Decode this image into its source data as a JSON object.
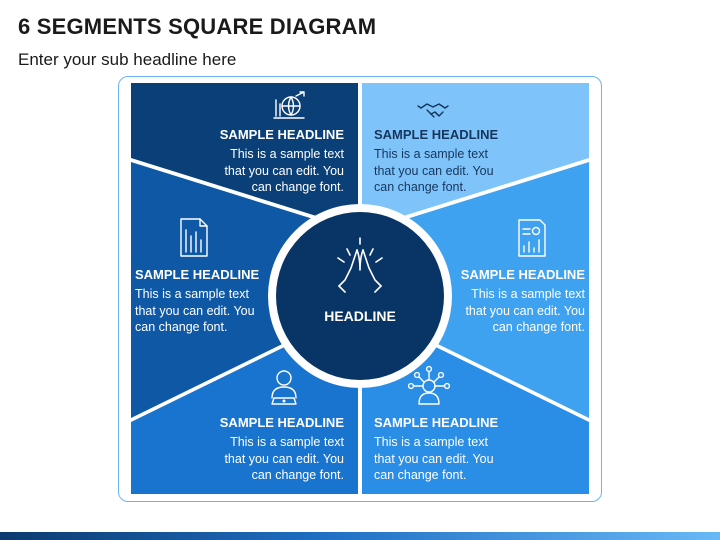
{
  "title": "6 SEGMENTS SQUARE DIAGRAM",
  "subtitle": "Enter your sub headline here",
  "center": {
    "label": "HEADLINE",
    "icon": "praying-hands-icon"
  },
  "segments": [
    {
      "id": "top-left",
      "headline": "SAMPLE HEADLINE",
      "body": [
        "This is a sample text",
        "that you can edit. You",
        "can change font."
      ],
      "icon": "globe-chart-icon",
      "color": "#0a3f78"
    },
    {
      "id": "top-right",
      "headline": "SAMPLE HEADLINE",
      "body": [
        "This is a sample text",
        "that you can edit. You",
        "can change font."
      ],
      "icon": "handshake-icon",
      "color": "#7ec4fa"
    },
    {
      "id": "middle-left",
      "headline": "SAMPLE HEADLINE",
      "body": [
        "This is a sample text",
        "that you can edit. You",
        "can change font."
      ],
      "icon": "document-report-icon",
      "color": "#0e58a5"
    },
    {
      "id": "middle-right",
      "headline": "SAMPLE HEADLINE",
      "body": [
        "This is a sample text",
        "that you can edit. You",
        "can change font."
      ],
      "icon": "report-chart-icon",
      "color": "#3ea2f1"
    },
    {
      "id": "bottom-left",
      "headline": "SAMPLE HEADLINE",
      "body": [
        "This is a sample text",
        "that you can edit. You",
        "can change font."
      ],
      "icon": "person-laptop-icon",
      "color": "#1874cf"
    },
    {
      "id": "bottom-right",
      "headline": "SAMPLE HEADLINE",
      "body": [
        "This is a sample text",
        "that you can edit. You",
        "can change font."
      ],
      "icon": "person-network-icon",
      "color": "#2a8de6"
    }
  ],
  "colors": {
    "frame_border": "#6cb4f4",
    "center_fill": "#083566",
    "center_ring": "#ffffff",
    "text": "#1a1a1a"
  }
}
